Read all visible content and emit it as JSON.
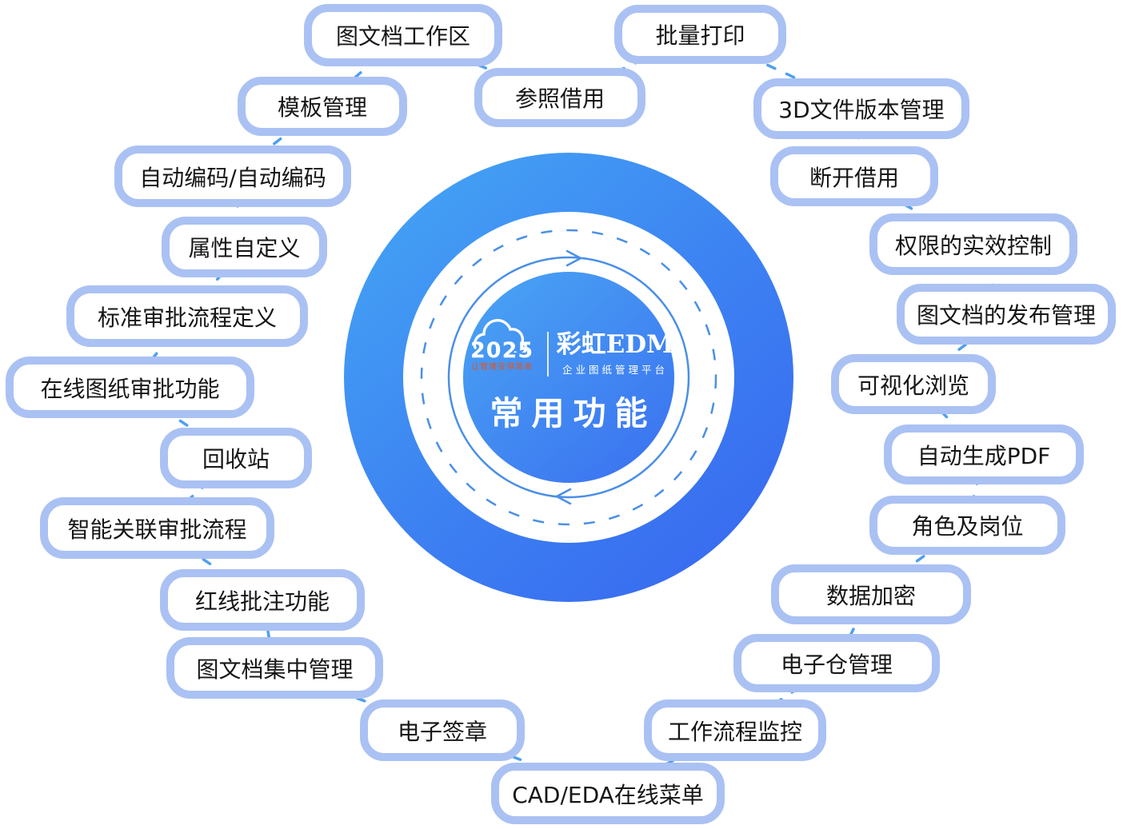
{
  "center": {
    "logo_year": "2025",
    "logo_slogan": "让管理变得简单",
    "brand_cn": "彩虹",
    "brand_latin": "EDM",
    "brand_subtitle": "企业图纸管理平台",
    "title": "常用功能"
  },
  "colors": {
    "disc_gradient_start": "#45a8f4",
    "disc_gradient_end": "#3765ef",
    "pill_border": "#aac1f3",
    "connector": "#4f9fee",
    "orbit_line": "#4a8fe6",
    "slogan_orange": "#e3541f"
  },
  "pills": {
    "items": [
      {
        "label": "图文档工作区"
      },
      {
        "label": "批量打印"
      },
      {
        "label": "参照借用"
      },
      {
        "label": "模板管理"
      },
      {
        "label": "3D文件版本管理"
      },
      {
        "label": "自动编码/自动编码"
      },
      {
        "label": "断开借用"
      },
      {
        "label": "属性自定义"
      },
      {
        "label": "权限的实效控制"
      },
      {
        "label": "图文档的发布管理"
      },
      {
        "label": "标准审批流程定义"
      },
      {
        "label": "在线图纸审批功能"
      },
      {
        "label": "可视化浏览"
      },
      {
        "label": "回收站"
      },
      {
        "label": "自动生成PDF"
      },
      {
        "label": "智能关联审批流程"
      },
      {
        "label": "角色及岗位"
      },
      {
        "label": "红线批注功能"
      },
      {
        "label": "数据加密"
      },
      {
        "label": "图文档集中管理"
      },
      {
        "label": "电子仓管理"
      },
      {
        "label": "电子签章"
      },
      {
        "label": "工作流程监控"
      },
      {
        "label": "CAD/EDA在线菜单"
      }
    ]
  }
}
